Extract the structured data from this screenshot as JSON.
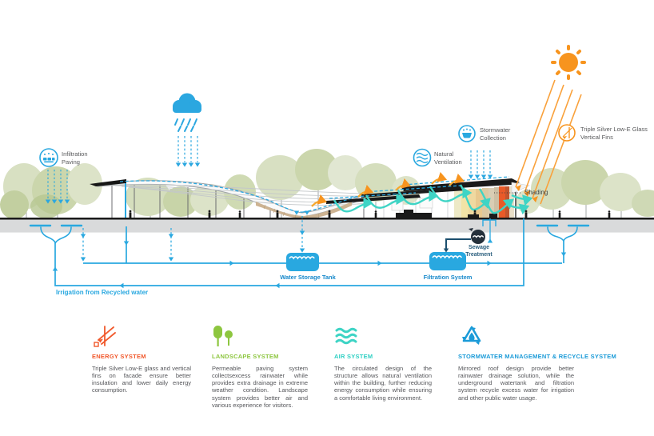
{
  "diagram": {
    "callouts": {
      "infiltration_paving": {
        "line1": "Infiltration",
        "line2": "Paving"
      },
      "stormwater_collection": {
        "line1": "Stormwater",
        "line2": "Collection"
      },
      "natural_ventilation": {
        "line1": "Natural",
        "line2": "Ventilation"
      },
      "triple_silver": {
        "line1": "Triple Silver Low-E Glass",
        "line2": "Vertical Fins"
      },
      "shading": {
        "label": "Shading"
      }
    },
    "water_cycle": {
      "water_storage_tank": "Water Storage Tank",
      "filtration_system": "Filtration System",
      "sewage_treatment": {
        "line1": "Sewage",
        "line2": "Treatment"
      },
      "irrigation": "Irrigation from Recycled water"
    }
  },
  "legend": {
    "sections": [
      {
        "id": "energy",
        "title": "ENERGY SYSTEM",
        "color": "#F1582B",
        "icon": "fin-rays-icon",
        "body": "Triple Silver Low-E glass and vertical fins on facade ensure better insulation and lower daily energy consumption."
      },
      {
        "id": "landscape",
        "title": "LANDSCAPE SYSTEM",
        "color": "#8DC63F",
        "icon": "trees-icon",
        "body": "Permeable paving system collectsexcess rainwater while provides extra drainage in extreme weather condition. Landscape system provides better air and various experience for visitors."
      },
      {
        "id": "air",
        "title": "AIR SYSTEM",
        "color": "#2FD0C3",
        "icon": "waves-icon",
        "body": "The circulated design of the structure allows natural ventilation within the building, further reducing energy consumption while ensuring a comfortable living environment."
      },
      {
        "id": "stormwater",
        "title": "STORMWATER MANAGEMENT & RECYCLE SYSTEM",
        "color": "#1B9BD8",
        "icon": "recycle-drop-icon",
        "body": "Mirrored roof design provide better rainwater drainage solution, while the underground watertank and filtration system recycle excess water for irrigation and other public water usage."
      }
    ]
  },
  "colors": {
    "pipe_blue": "#29A8E0",
    "sun_orange": "#F7941E",
    "fin_orange": "#F1582B",
    "landscape_green": "#8DC63F",
    "air_cyan": "#3ED4C5",
    "stormwater_blue": "#1B9BD8",
    "ground_gray": "#D9DADB",
    "text_gray": "#58595B",
    "navy_text": "#2B5F7E"
  }
}
